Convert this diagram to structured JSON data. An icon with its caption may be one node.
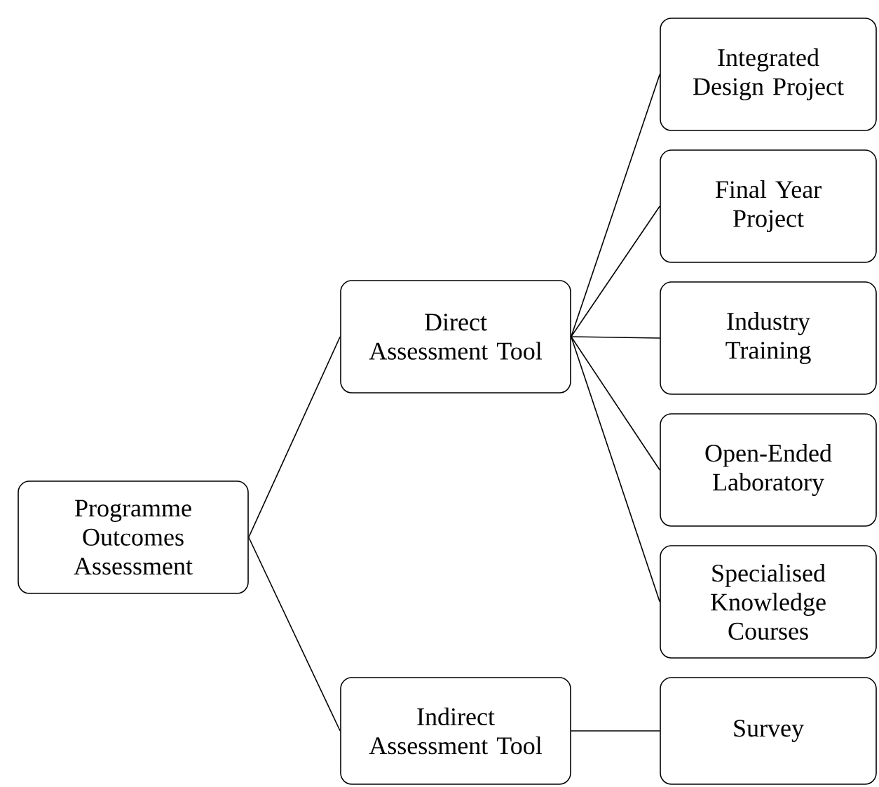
{
  "diagram": {
    "nodes": [
      {
        "text": [
          "Programme Outcomes Assessment"
        ]
      },
      {
        "text": [
          "Direct Assessment Tool"
        ]
      },
      {
        "text": [
          "Indirect Assessment Tool"
        ]
      },
      {
        "text": [
          "Integrated Design Project"
        ]
      },
      {
        "text": [
          "Final Year Project"
        ]
      },
      {
        "text": [
          "Industry Training"
        ]
      },
      {
        "text": [
          "Open-Ended Laboratory"
        ]
      },
      {
        "text": [
          "Specialised Knowledge Courses"
        ]
      },
      {
        "text": [
          "Survey"
        ]
      }
    ],
    "edges": [
      {
        "from": 0,
        "to": 1,
        "arrow": "none"
      },
      {
        "from": 0,
        "to": 2,
        "arrow": "none"
      },
      {
        "from": 1,
        "to": 3,
        "arrow": "none"
      },
      {
        "from": 1,
        "to": 4,
        "arrow": "none"
      },
      {
        "from": 1,
        "to": 5,
        "arrow": "none"
      },
      {
        "from": 1,
        "to": 6,
        "arrow": "none"
      },
      {
        "from": 1,
        "to": 7,
        "arrow": "none"
      },
      {
        "from": 2,
        "to": 8,
        "arrow": "none"
      }
    ]
  }
}
